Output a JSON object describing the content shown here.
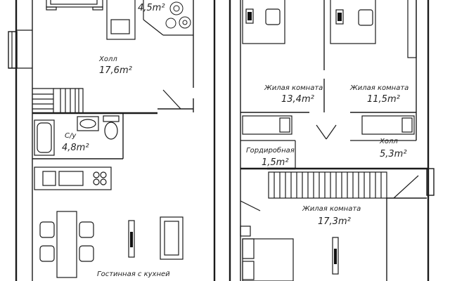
{
  "floor1": {
    "rooms": [
      {
        "id": "hall-1",
        "name": "",
        "area": "4,5m²"
      },
      {
        "id": "hall-2",
        "name": "Холл",
        "area": "17,6m²"
      },
      {
        "id": "bathroom",
        "name": "С/у",
        "area": "4,8m²"
      },
      {
        "id": "living",
        "name": "Гостинная с кухней",
        "area": ""
      }
    ]
  },
  "floor2": {
    "rooms": [
      {
        "id": "bedroom-1",
        "name": "Жилая комната",
        "area": "13,4m²"
      },
      {
        "id": "bedroom-2",
        "name": "Жилая комната",
        "area": "11,5m²"
      },
      {
        "id": "wardrobe",
        "name": "Гордиробная",
        "area": "1,5m²"
      },
      {
        "id": "hall-3",
        "name": "Холл",
        "area": "5,3m²"
      },
      {
        "id": "bedroom-3",
        "name": "Жилая комната",
        "area": "17,3m²"
      }
    ]
  },
  "colors": {
    "line": "#1a1a1a",
    "fill": "#ffffff"
  }
}
